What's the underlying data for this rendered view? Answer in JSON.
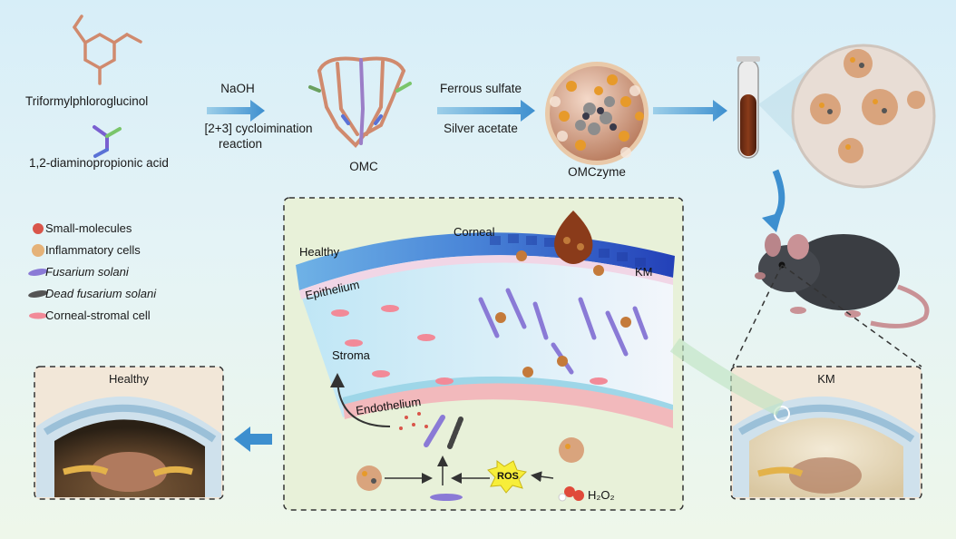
{
  "synthesis": {
    "reagent1": "Triformylphloroglucinol",
    "reagent2": "1,2-diaminopropionic acid",
    "step1_top": "NaOH",
    "step1_bottom_line1": "[2+3] cycloimination",
    "step1_bottom_line2": "reaction",
    "product1": "OMC",
    "step2_top": "Ferrous sulfate",
    "step2_bottom": "Silver acetate",
    "product2": "OMCzyme"
  },
  "legend": [
    {
      "label": "Small-molecules",
      "icon": "small-molecule-icon",
      "italic": false
    },
    {
      "label": "Inflammatory cells",
      "icon": "inflammatory-cell-icon",
      "italic": false
    },
    {
      "label": "Fusarium solani",
      "icon": "fusarium-icon",
      "italic": true
    },
    {
      "label": "Dead fusarium solani",
      "icon": "dead-fusarium-icon",
      "italic": true
    },
    {
      "label": "Corneal-stromal cell",
      "icon": "stromal-cell-icon",
      "italic": false
    }
  ],
  "cornea_panel": {
    "healthy": "Healthy",
    "corneal": "Corneal",
    "km": "KM",
    "epithelium": "Epithelium",
    "stroma": "Stroma",
    "endothelium": "Endothelium",
    "ros": "ROS",
    "h2o2": "H₂O₂"
  },
  "eye_panels": {
    "healthy_title": "Healthy",
    "km_title": "KM"
  },
  "colors": {
    "arrow_blue": "#4aa3d6",
    "stroma_blue": "#a9dcf0",
    "epithelium_dark": "#2c4fc8",
    "panel_green": "#e6f0d6",
    "cap_orange": "#d9902d"
  }
}
